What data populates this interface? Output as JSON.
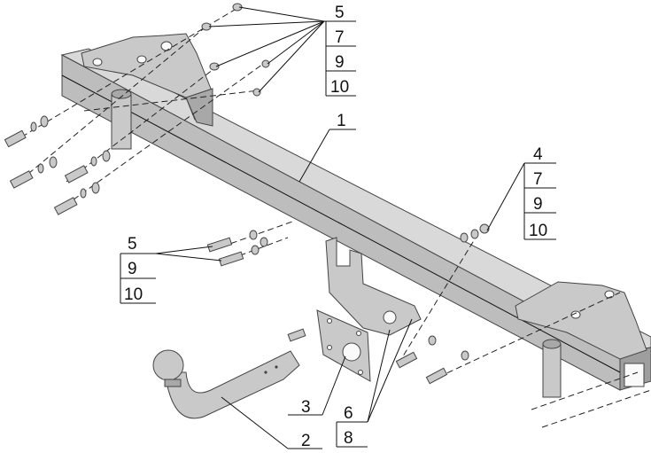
{
  "callouts": {
    "c1": "1",
    "c2": "2",
    "c3": "3",
    "c4": [
      "4",
      "7",
      "9",
      "10"
    ],
    "c5_top": [
      "5",
      "7",
      "9",
      "10"
    ],
    "c5_mid": [
      "5",
      "9",
      "10"
    ],
    "c6": [
      "6",
      "8"
    ]
  }
}
